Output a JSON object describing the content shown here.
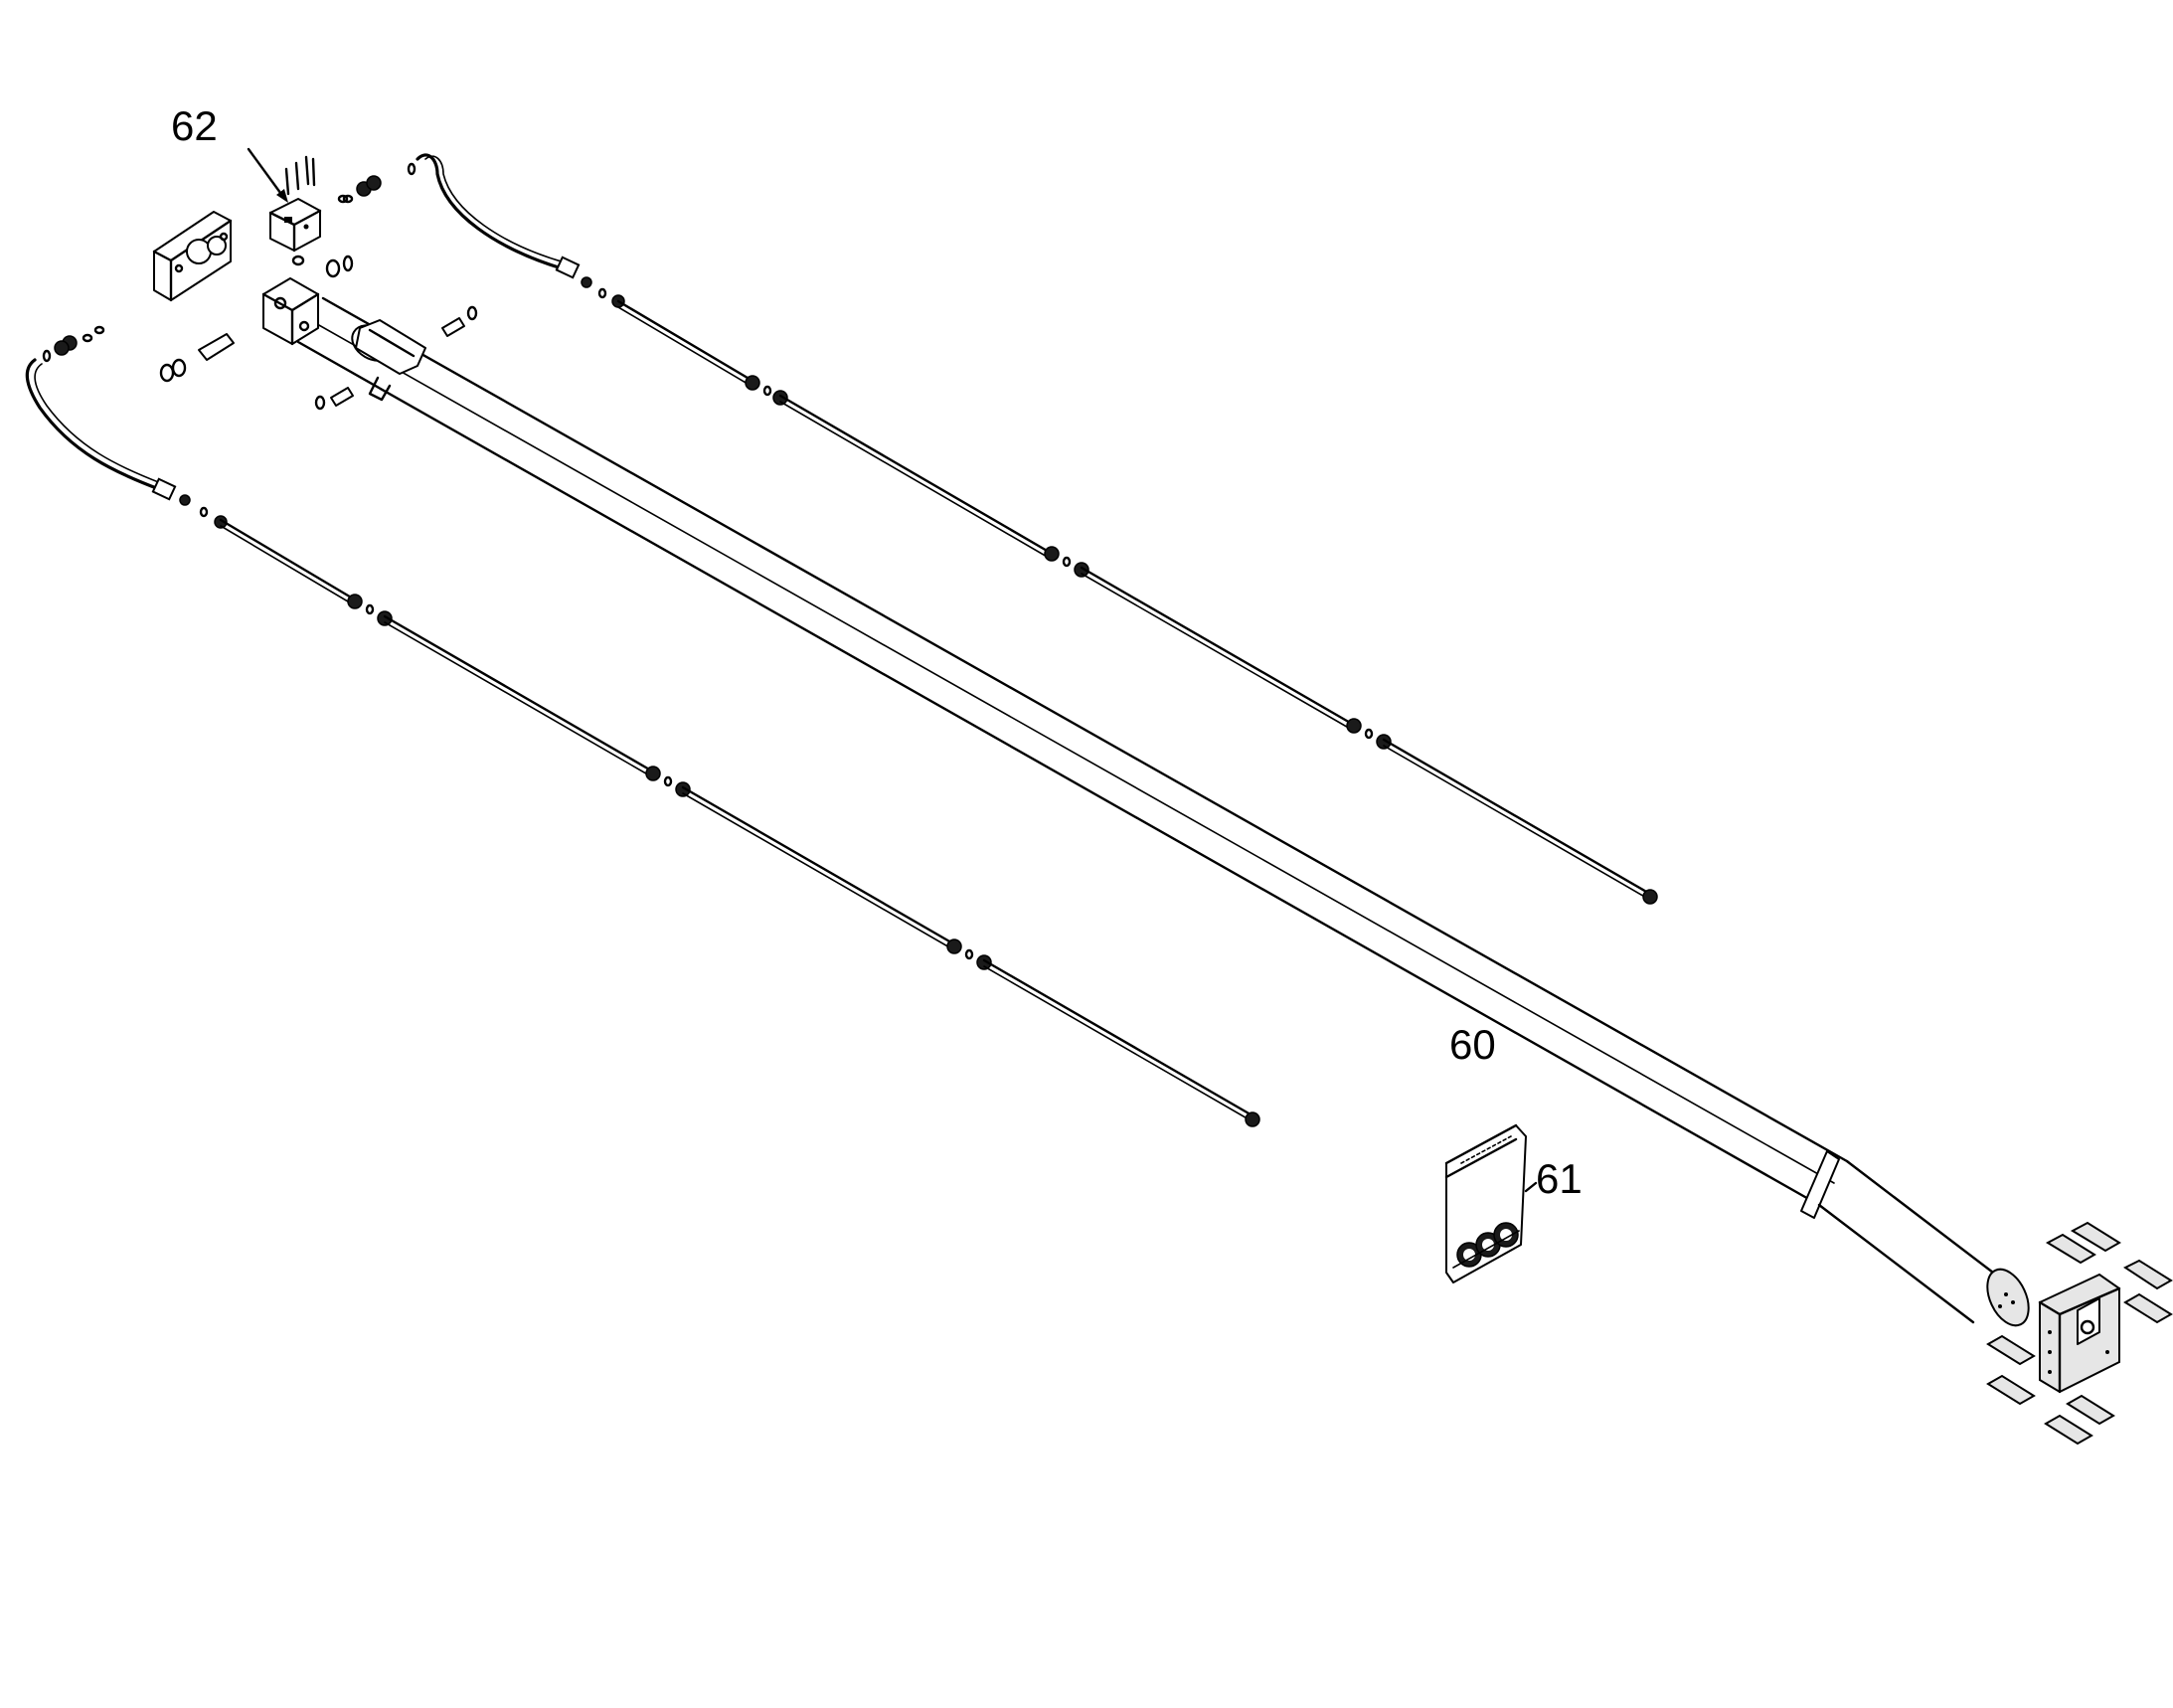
{
  "diagram": {
    "type": "exploded-parts-drawing",
    "callouts": {
      "cylinder": "60",
      "seal_kit": "61",
      "valve_block": "62"
    },
    "colors": {
      "line": "#000000",
      "background": "#ffffff"
    }
  }
}
